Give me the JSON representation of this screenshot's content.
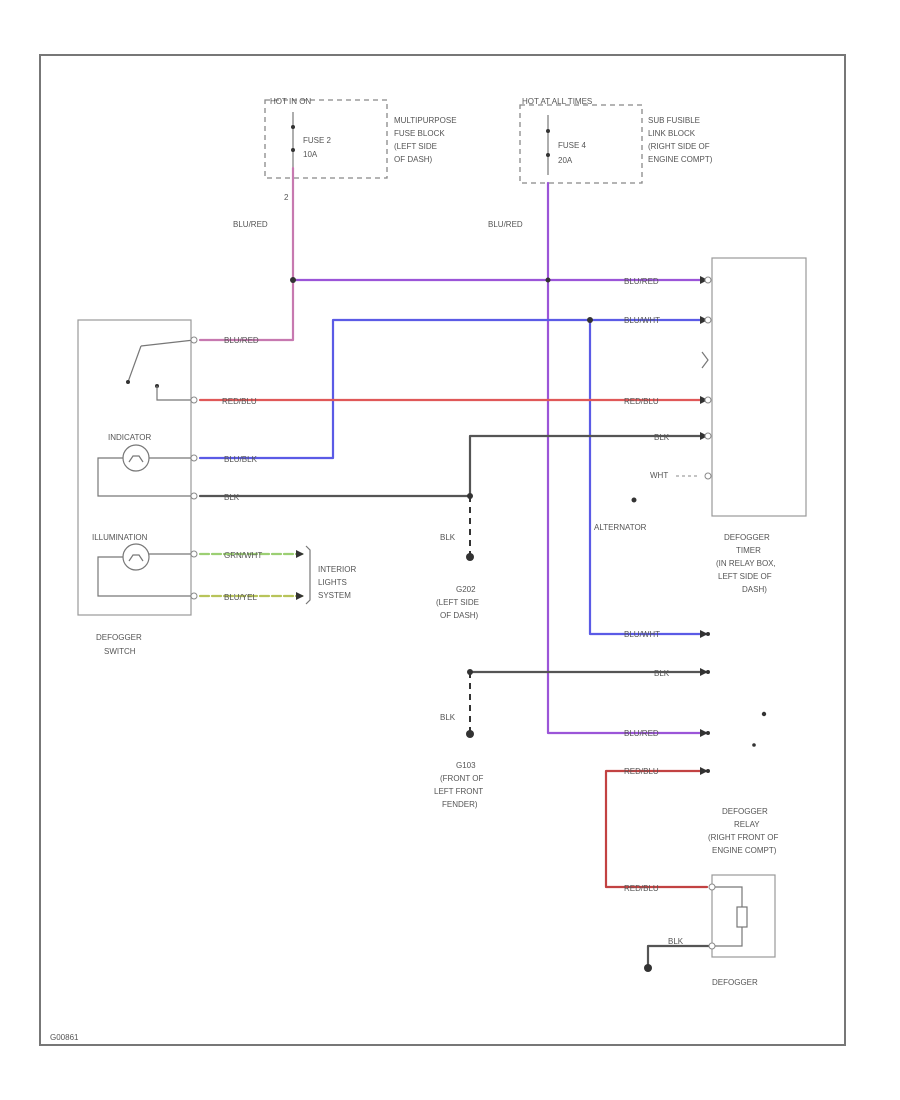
{
  "diagram_id": "G00861",
  "colors": {
    "blu_red": "#9b55d8",
    "blu_red_dark": "#c779b0",
    "blu_wht": "#5b5be6",
    "blu_blk": "#6a6adf",
    "red": "#e05858",
    "blk": "#555555",
    "grn_wht": "#9ccf73",
    "blu_yel": "#b8c45a",
    "red_dark": "#c24242",
    "border": "#777777"
  },
  "fuse_left": {
    "header": "HOT IN ON",
    "fuse_label": "FUSE 2",
    "amps": "10A",
    "desc": [
      "MULTIPURPOSE",
      "FUSE BLOCK",
      "(LEFT SIDE",
      "OF DASH)"
    ],
    "pin": "2"
  },
  "fuse_right": {
    "header": "HOT AT ALL TIMES",
    "fuse_label": "FUSE 4",
    "amps": "20A",
    "desc": [
      "SUB FUSIBLE",
      "LINK BLOCK",
      "(RIGHT SIDE OF",
      "ENGINE COMPT)"
    ]
  },
  "wire_labels": {
    "blu_red": "BLU/RED",
    "blu_wht": "BLU/WHT",
    "red": "RED/BLU",
    "blu_blk": "BLU/BLK",
    "blk": "BLK",
    "grn_wht": "GRN/WHT",
    "blu_yel": "BLU/YEL",
    "wht": "WHT"
  },
  "switch": {
    "indicator": "INDICATOR",
    "illumination": "ILLUMINATION",
    "title": [
      "DEFOGGER",
      "SWITCH"
    ]
  },
  "interior_lights": [
    "INTERIOR",
    "LIGHTS",
    "SYSTEM"
  ],
  "ground_g202": [
    "G202",
    "(LEFT SIDE",
    "OF DASH)"
  ],
  "ground_g103": [
    "G103",
    "(FRONT OF",
    "LEFT FRONT",
    "FENDER)"
  ],
  "alternator": "ALTERNATOR",
  "timer": [
    "DEFOGGER",
    "TIMER",
    "(IN RELAY BOX,",
    "LEFT SIDE OF",
    "DASH)"
  ],
  "relay": [
    "DEFOGGER",
    "RELAY",
    "(RIGHT FRONT OF",
    "ENGINE COMPT)"
  ],
  "defogger": "DEFOGGER"
}
